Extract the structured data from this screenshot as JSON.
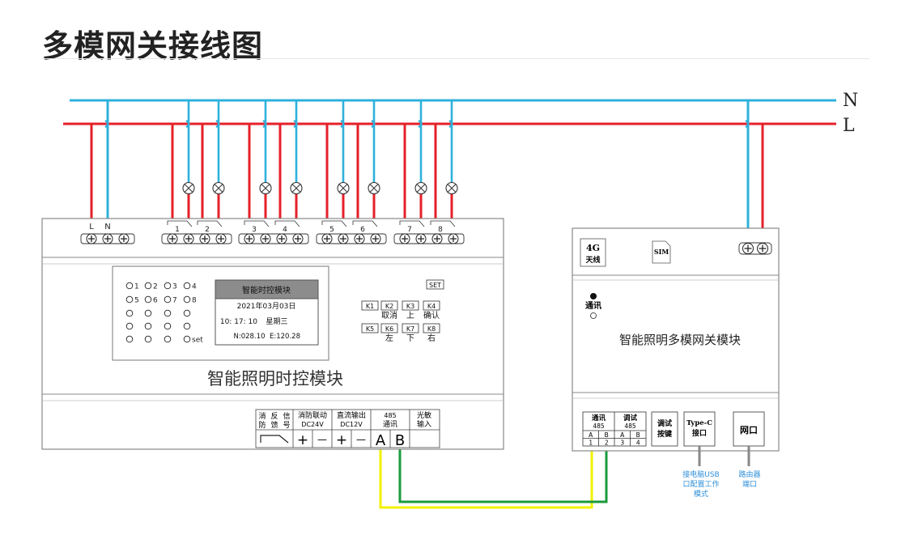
{
  "title": "多模网关接线图",
  "lines": {
    "neutral_label": "N",
    "live_label": "L",
    "neutral_color": "#2fb1dc",
    "live_color": "#e5202a",
    "comm_a_color": "#f2f200",
    "comm_b_color": "#1a9a3c"
  },
  "timer_module": {
    "name": "智能照明时控模块",
    "power_labels": [
      "L",
      "N"
    ],
    "relay_numbers": [
      "1",
      "2",
      "3",
      "4",
      "5",
      "6",
      "7",
      "8"
    ],
    "led_labels": [
      "1",
      "2",
      "3",
      "4",
      "5",
      "6",
      "7",
      "8",
      "set"
    ],
    "display": {
      "header": "智能时控模块",
      "date": "2021年03月03日",
      "time": "10: 17: 10",
      "weekday": "星期三",
      "latitude": "N:028.10",
      "longitude": "E:120.28"
    },
    "set_key": "SET",
    "keys": [
      {
        "id": "K1",
        "label": ""
      },
      {
        "id": "K2",
        "label": "取消"
      },
      {
        "id": "K3",
        "label": "上"
      },
      {
        "id": "K4",
        "label": "确认"
      },
      {
        "id": "K5",
        "label": ""
      },
      {
        "id": "K6",
        "label": "左"
      },
      {
        "id": "K7",
        "label": "下"
      },
      {
        "id": "K8",
        "label": "右"
      }
    ],
    "terminals": {
      "fire_signal": [
        "消",
        "反",
        "信",
        "防",
        "馈",
        "号"
      ],
      "fire_link": "消防联动",
      "fire_link_voltage": "DC24V",
      "dc_output": "直流输出",
      "dc_output_voltage": "DC12V",
      "comm_485": "485",
      "comm_485_sub": "通讯",
      "light_sensor": "光敏",
      "light_sensor_sub": "输入",
      "plus": "+",
      "minus": "—",
      "a": "A",
      "b": "B"
    }
  },
  "gateway_module": {
    "name": "智能照明多模网关模块",
    "top_4g": "4G",
    "top_antenna": "天线",
    "sim": "SIM",
    "comm_indicator": "通讯",
    "ports": {
      "comm": "通讯",
      "debug": "调试",
      "rs485": "485",
      "a": "A",
      "b": "B",
      "pins": [
        "1",
        "2",
        "3",
        "4"
      ],
      "debug_key_1": "调试",
      "debug_key_2": "按键",
      "typec_1": "Type-C",
      "typec_2": "接口",
      "network": "网口"
    },
    "notes": {
      "usb_1": "接电脑USB",
      "usb_2": "口配置工作",
      "usb_3": "模式",
      "router_1": "路由器",
      "router_2": "端口"
    },
    "note_color": "#2f8fd8"
  }
}
